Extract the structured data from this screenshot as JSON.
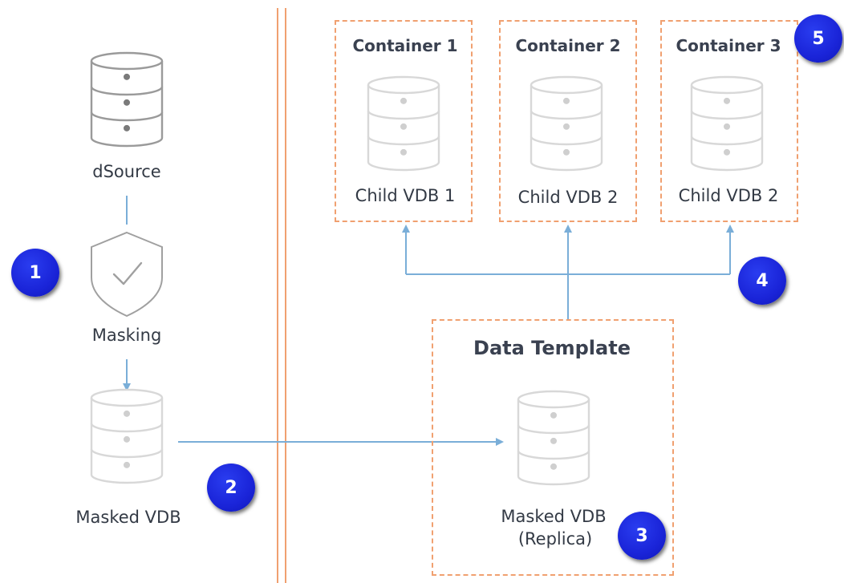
{
  "colors": {
    "arrow": "#7aaed8",
    "dash": "#f0a070",
    "divider": "#f0a070",
    "badge": "#1a24d8",
    "db_dark": "#9a9a9a",
    "db_light": "#d8d8d8"
  },
  "icons": {
    "database": "database-icon",
    "shield": "shield-check-icon"
  },
  "left": {
    "dsource_label": "dSource",
    "masking_label": "Masking",
    "masked_vdb_label": "Masked VDB"
  },
  "containers": [
    {
      "title": "Container 1",
      "child_label": "Child VDB 1"
    },
    {
      "title": "Container 2",
      "child_label": "Child VDB 2"
    },
    {
      "title": "Container 3",
      "child_label": "Child VDB 2"
    }
  ],
  "data_template": {
    "title": "Data Template",
    "replica_line1": "Masked VDB",
    "replica_line2": "(Replica)"
  },
  "badges": [
    "1",
    "2",
    "3",
    "4",
    "5"
  ]
}
